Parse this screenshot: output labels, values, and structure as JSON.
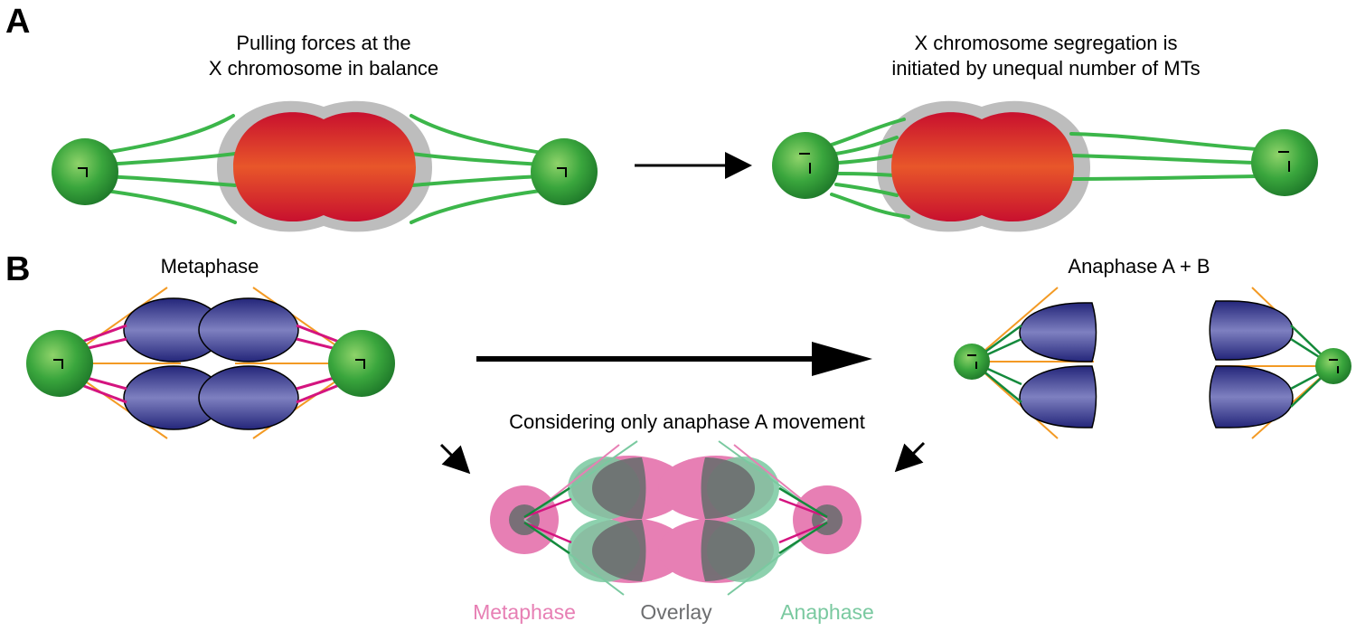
{
  "panels": {
    "a": {
      "letter": "A",
      "left_caption": [
        "Pulling forces at the",
        "X chromosome in balance"
      ],
      "right_caption": [
        "X chromosome segregation is",
        "initiated by unequal number of MTs"
      ]
    },
    "b": {
      "letter": "B",
      "metaphase_title": "Metaphase",
      "anaphase_title": "Anaphase A + B",
      "overlay_title": "Considering only anaphase A movement",
      "legend": [
        {
          "label": "Metaphase",
          "color": "#e77fb4"
        },
        {
          "label": "Overlay",
          "color": "#6d6e70"
        },
        {
          "label": "Anaphase",
          "color": "#7ac9a0"
        }
      ]
    }
  },
  "colors": {
    "centrosome": "#2f9a35",
    "mt_green": "#3cb64a",
    "chromosome_red": "#e23b23",
    "halo_gray": "#bdbdbd",
    "chromosome_blue": "#2b2f86",
    "mt_magenta": "#d4147f",
    "mt_orange": "#f39a24",
    "mt_darkgreen": "#148a3c"
  }
}
